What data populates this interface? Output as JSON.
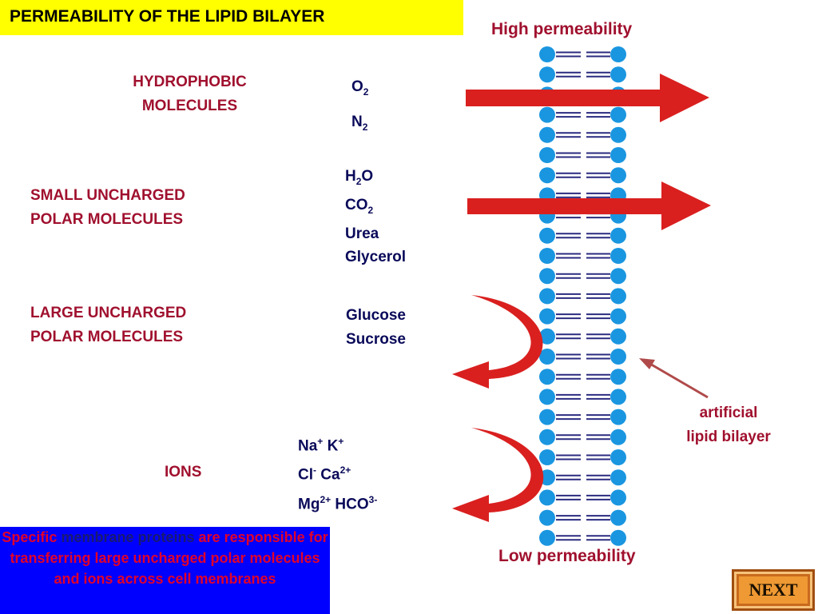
{
  "title": "PERMEABILITY OF THE LIPID BILAYER",
  "labels": {
    "high": "High permeability",
    "low": "Low permeability",
    "bilayer_line1": "artificial",
    "bilayer_line2": "lipid bilayer"
  },
  "categories": {
    "hydrophobic": [
      "HYDROPHOBIC",
      "MOLECULES"
    ],
    "small_polar": [
      "SMALL UNCHARGED",
      "POLAR MOLECULES"
    ],
    "large_polar": [
      "LARGE UNCHARGED",
      "POLAR MOLECULES"
    ],
    "ions": [
      "IONS"
    ]
  },
  "molecules": {
    "hydrophobic": [
      {
        "base": "O",
        "sub": "2"
      },
      {
        "base": "N",
        "sub": "2"
      }
    ],
    "small_polar": [
      {
        "base": "H",
        "sub": "2",
        "tail": "O"
      },
      {
        "base": "CO",
        "sub": "2"
      },
      {
        "base": "Urea"
      },
      {
        "base": "Glycerol"
      }
    ],
    "large_polar": [
      "Glucose",
      "Sucrose"
    ],
    "ions": [
      [
        {
          "base": "Na",
          "sup": "+"
        },
        {
          "base": "K",
          "sup": "+"
        }
      ],
      [
        {
          "base": "Cl",
          "sup": "-"
        },
        {
          "base": "Ca",
          "sup": "2+"
        }
      ],
      [
        {
          "base": "Mg",
          "sup": "2+"
        },
        {
          "base": "HCO",
          "sup": "3-"
        }
      ]
    ]
  },
  "info": {
    "w1": "Specific",
    "w2": "membrane proteins",
    "w3": "are",
    "rest": "responsible for transferring large uncharged polar molecules and ions across cell membranes"
  },
  "next_label": "NEXT",
  "colors": {
    "title_bg": "#ffff00",
    "category_text": "#a0102e",
    "molecule_text": "#0a0a5a",
    "arrow_red": "#d9201f",
    "lipid_head": "#1a96e0",
    "lipid_tail": "#2b2b80",
    "info_bg": "#0000ff",
    "next_bg": "#ee9933"
  }
}
